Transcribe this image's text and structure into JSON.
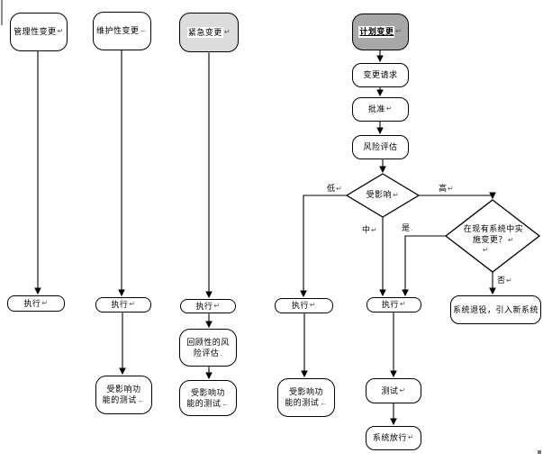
{
  "diagram_type": "flowchart",
  "colors": {
    "planned_fill": "#a8a8a8",
    "emergency_fill": "#dcdcdc",
    "box_fill": "#ffffff",
    "line": "#000000"
  },
  "nodes": {
    "admin": {
      "label": "管理性变更",
      "mark": "↵"
    },
    "maintenance": {
      "label": "维护性变更",
      "mark": "←"
    },
    "emergency": {
      "label": "紧急变更",
      "mark": "↵"
    },
    "planned": {
      "label": "计划变更",
      "mark": "↵"
    },
    "request": {
      "label": "变更请求",
      "mark": ""
    },
    "approve": {
      "label": "批准",
      "mark": "↵"
    },
    "risk": {
      "label": "风险评估",
      "mark": ""
    },
    "affected": {
      "label": "受影响",
      "mark": "↵"
    },
    "implement": {
      "line1": "在现有系统中实",
      "line2": "施变更？",
      "mark": "↵",
      "extra_mark": "↵"
    },
    "exec1": {
      "label": "执行",
      "mark": "↵"
    },
    "exec2": {
      "label": "执行",
      "mark": "↵"
    },
    "exec3": {
      "label": "执行",
      "mark": "↵"
    },
    "exec4": {
      "label": "执行",
      "mark": "↵"
    },
    "exec5": {
      "label": "执行",
      "mark": "↵"
    },
    "retro_risk": {
      "line1": "回顾性的风",
      "line2": "险评估",
      "mark": "."
    },
    "affected_test_2": {
      "line1": "受影响功",
      "line2": "能的测试",
      "mark": "←"
    },
    "affected_test_3": {
      "line1": "受影响功",
      "line2": "能的测试",
      "mark": "←"
    },
    "affected_test_4": {
      "line1": "受影响功",
      "line2": "能的测试",
      "mark": "←"
    },
    "test": {
      "label": "测试",
      "mark": "↵"
    },
    "release": {
      "label": "系统放行",
      "mark": "↵"
    },
    "retire": {
      "label": "系统退役，引入新系统",
      "mark": ""
    }
  },
  "edge_labels": {
    "low": {
      "label": "低",
      "mark": "↵"
    },
    "high": {
      "label": "高",
      "mark": "↵"
    },
    "medium": {
      "label": "中",
      "mark": "↵"
    },
    "yes": {
      "label": "是",
      "mark": "."
    },
    "no": {
      "label": "否",
      "mark": "↵"
    }
  }
}
